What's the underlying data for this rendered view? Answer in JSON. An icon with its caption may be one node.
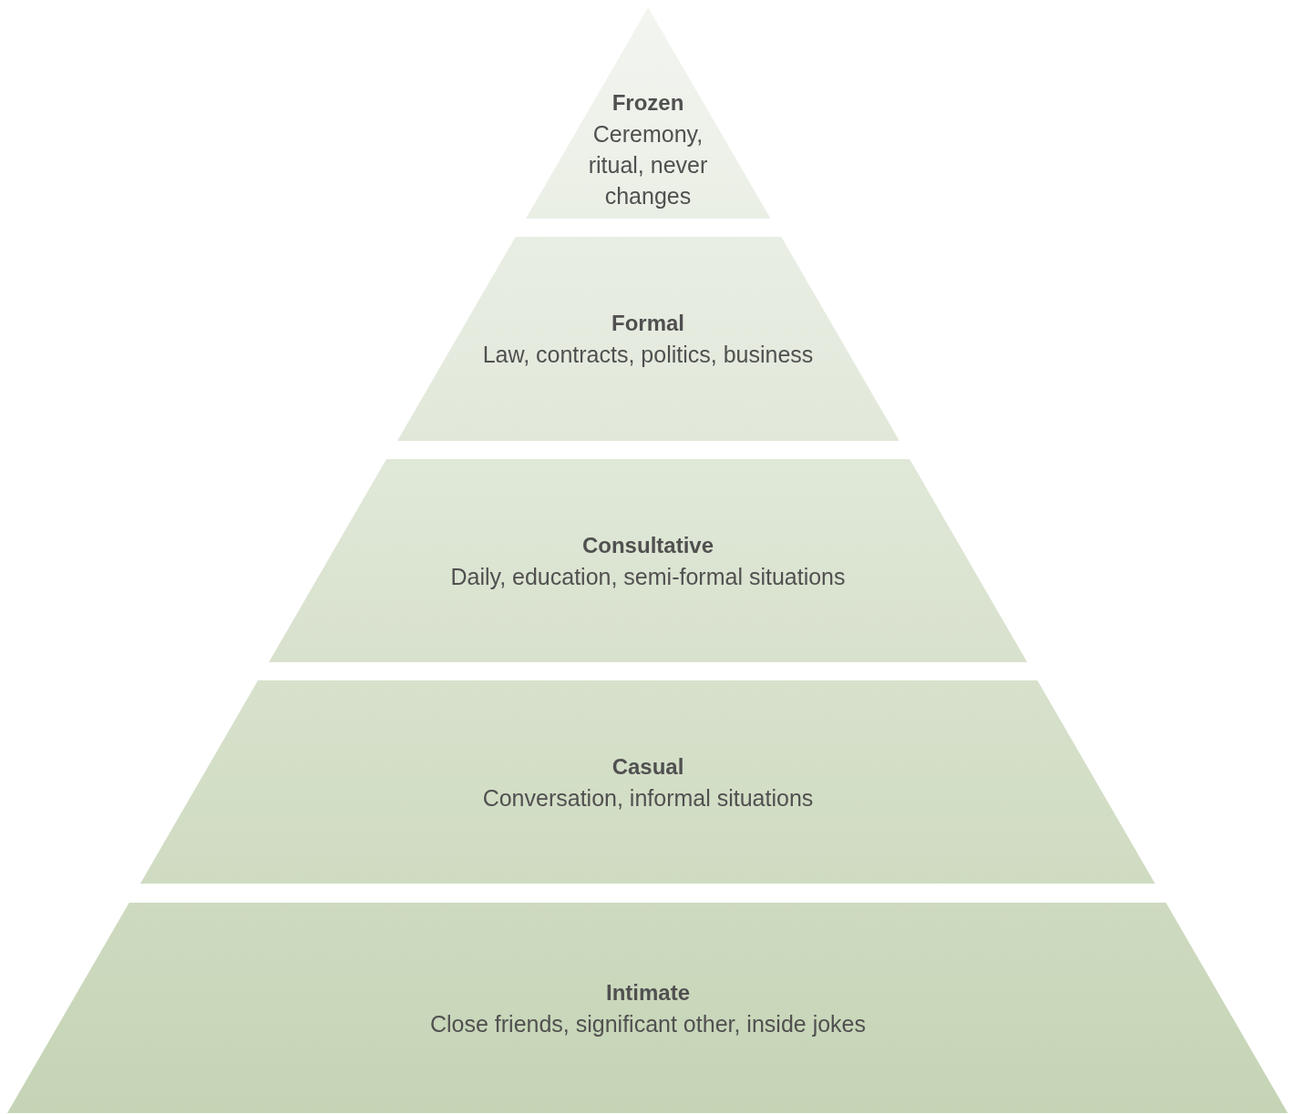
{
  "diagram": {
    "nodes": [
      {
        "text": [
          "Frozen",
          "Ceremony, ritual, never changes"
        ]
      },
      {
        "text": [
          "Formal",
          "Law, contracts, politics, business"
        ]
      },
      {
        "text": [
          "Consultative",
          "Daily, education, semi-formal situations"
        ]
      },
      {
        "text": [
          "Casual",
          "Conversation, informal situations"
        ]
      },
      {
        "text": [
          "Intimate",
          "Close friends, significant other, inside jokes"
        ]
      }
    ]
  }
}
